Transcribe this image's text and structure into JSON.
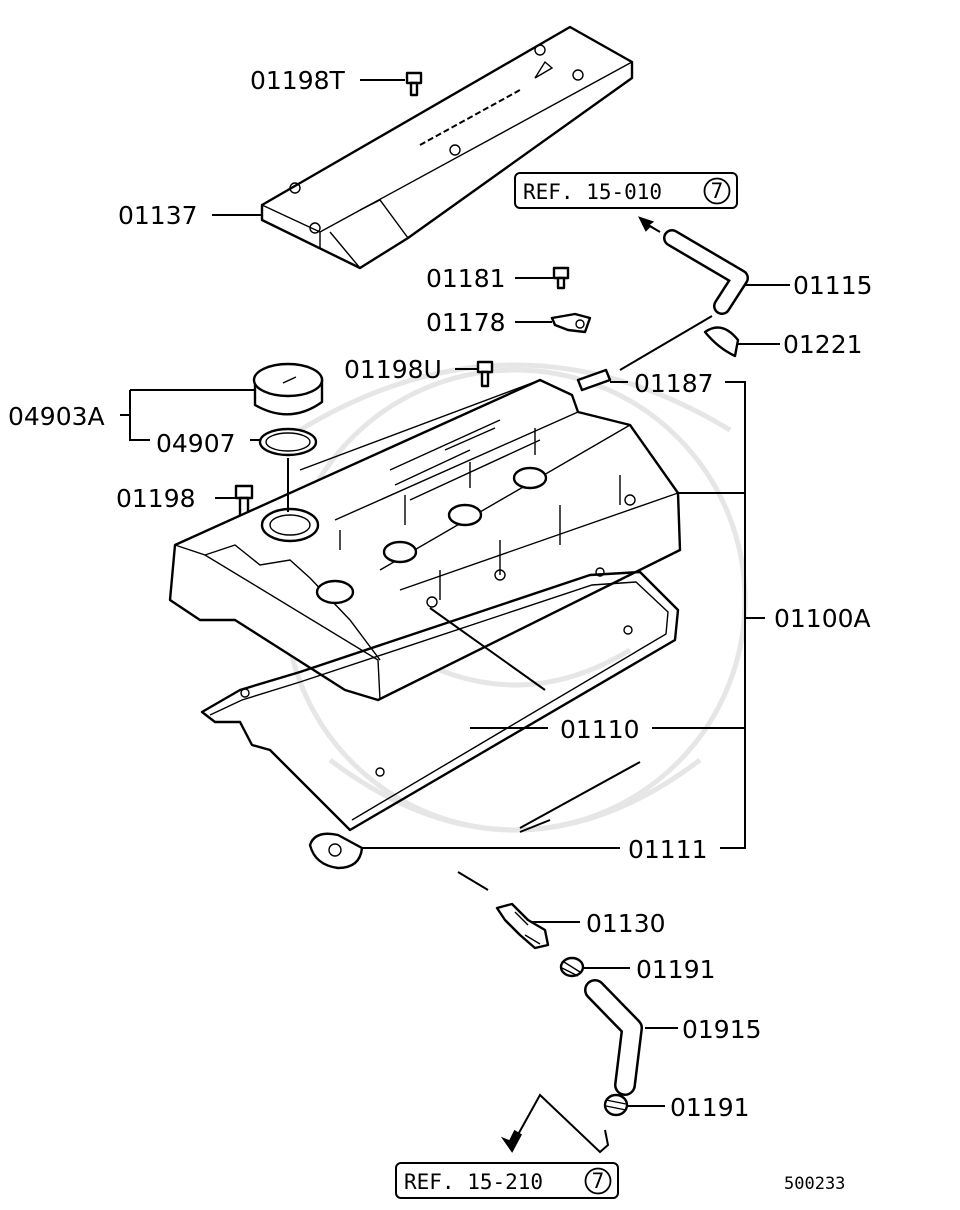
{
  "labels": {
    "p01198T": "01198T",
    "p01137": "01137",
    "p01181": "01181",
    "p01178": "01178",
    "p01115": "01115",
    "p01221": "01221",
    "p01198U": "01198U",
    "p01187": "01187",
    "p04903A": "04903A",
    "p04907": "04907",
    "p01198": "01198",
    "p01100A": "01100A",
    "p01110": "01110",
    "p01111": "01111",
    "p01130": "01130",
    "p01191a": "01191",
    "p01915": "01915",
    "p01191b": "01191"
  },
  "refs": {
    "top": {
      "text": "REF. 15-010",
      "num": "7"
    },
    "bottom": {
      "text": "REF. 15-210",
      "num": "7"
    }
  },
  "diagram_code": "500233"
}
